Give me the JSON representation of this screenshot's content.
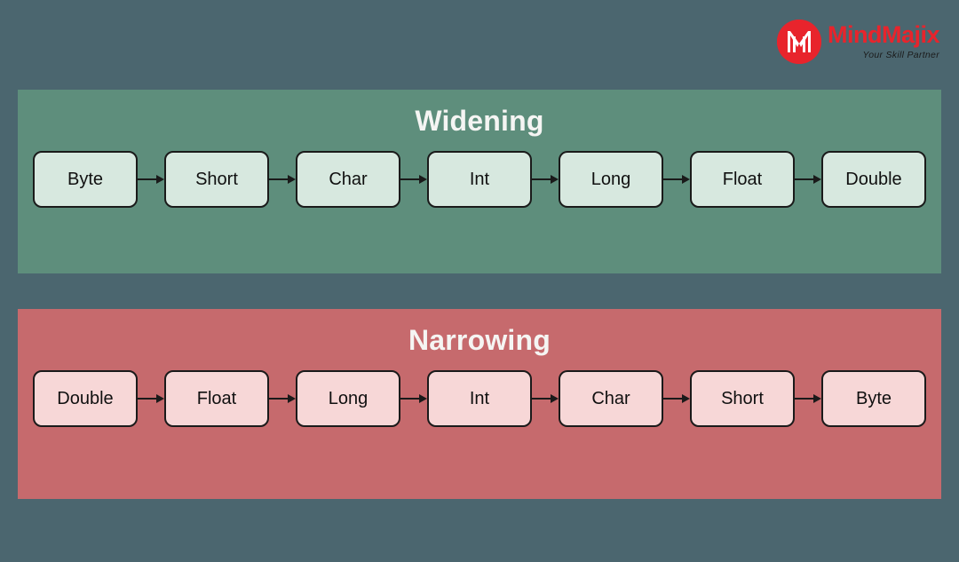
{
  "brand": {
    "name_part1": "Mind",
    "name_part2": "Majix",
    "tagline": "Your Skill Partner",
    "mark_letter": "M",
    "accent_color": "#e8242c"
  },
  "background_color": "#4b666f",
  "panels": [
    {
      "id": "widening",
      "title": "Widening",
      "panel_color": "#5e8e7c",
      "node_fill": "#d7e8df",
      "nodes": [
        "Byte",
        "Short",
        "Char",
        "Int",
        "Long",
        "Float",
        "Double"
      ]
    },
    {
      "id": "narrowing",
      "title": "Narrowing",
      "panel_color": "#c66a6d",
      "node_fill": "#f7d7d7",
      "nodes": [
        "Double",
        "Float",
        "Long",
        "Int",
        "Char",
        "Short",
        "Byte"
      ]
    }
  ]
}
